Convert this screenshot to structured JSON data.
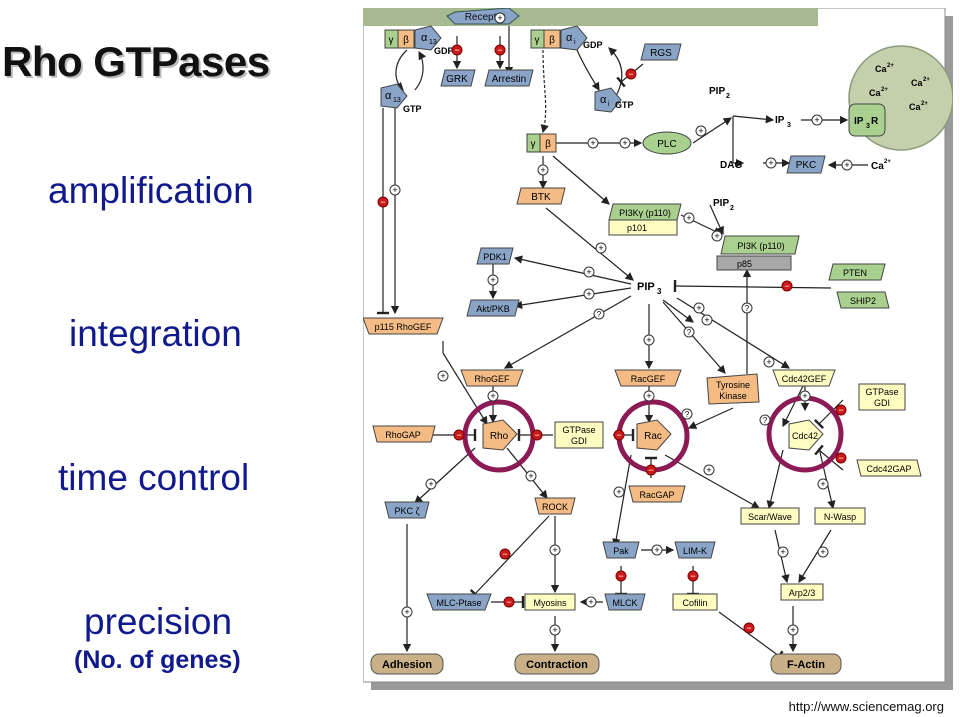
{
  "slide": {
    "title": "Rho GTPases",
    "keywords": [
      "amplification",
      "integration",
      "time control",
      "precision"
    ],
    "keyword_note": "(No. of genes)",
    "credit": "http://www.sciencemag.org"
  },
  "diagram": {
    "receptor": "Receptor",
    "gamma": "γ",
    "beta": "β",
    "alpha13": "α",
    "alpha13_sub": "13",
    "alphai": "α",
    "alphai_sub": "i",
    "gdp": "GDP",
    "gtp": "GTP",
    "grk": "GRK",
    "arrestin": "Arrestin",
    "rgs": "RGS",
    "plc": "PLC",
    "pip2": "PIP",
    "pip2_sub": "2",
    "ip3": "IP",
    "ip3_sub": "3",
    "dag": "DAG",
    "pkc": "PKC",
    "ca": "Ca",
    "ca_sup": "2+",
    "ip3r": "IP",
    "ip3r_sub": "3",
    "ip3r_r": "R",
    "btk": "BTK",
    "pi3k_gamma": "PI3Kγ (p110)",
    "p101": "p101",
    "pi3k": "PI3K (p110)",
    "p85": "p85",
    "pdk1": "PDK1",
    "akt": "Akt/PKB",
    "pip3": "PIP",
    "pip3_sub": "3",
    "pten": "PTEN",
    "ship2": "SHIP2",
    "p115": "p115 RhoGEF",
    "rhogef": "RhoGEF",
    "racgef": "RacGEF",
    "tyrosine_kinase_1": "Tyrosine",
    "tyrosine_kinase_2": "Kinase",
    "cdc42gef": "Cdc42GEF",
    "gtpase_gdi_1": "GTPase",
    "gtpase_gdi_2": "GDI",
    "rhogap": "RhoGAP",
    "rho": "Rho",
    "rac": "Rac",
    "cdc42": "Cdc42",
    "racgap": "RacGAP",
    "cdc42gap": "Cdc42GAP",
    "pkczeta": "PKC ζ",
    "rock": "ROCK",
    "scar": "Scar/Wave",
    "nwasp": "N-Wasp",
    "pak": "Pak",
    "limk": "LIM-K",
    "mlcptase": "MLC-Ptase",
    "myosins": "Myosins",
    "mlck": "MLCK",
    "cofilin": "Cofilin",
    "arp23": "Arp2/3",
    "adhesion": "Adhesion",
    "contraction": "Contraction",
    "factin": "F-Actin",
    "plus": "+",
    "minus": "−",
    "question": "?"
  }
}
